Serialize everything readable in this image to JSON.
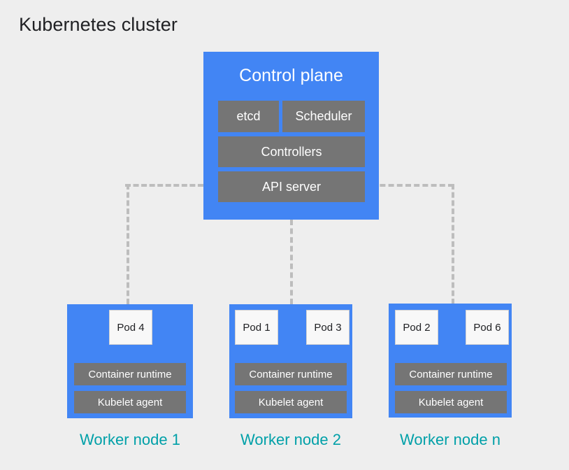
{
  "page": {
    "title": "Kubernetes cluster",
    "background_color": "#EEEEEE",
    "blue_color": "#4285F4",
    "gray_color": "#757575",
    "teal_color": "#00A0A8",
    "connector_color": "#BDBDBD"
  },
  "control_plane": {
    "title": "Control plane",
    "components": [
      {
        "label": "etcd"
      },
      {
        "label": "Scheduler"
      },
      {
        "label": "Controllers"
      },
      {
        "label": "API server"
      }
    ]
  },
  "worker_nodes": [
    {
      "label": "Worker node 1",
      "pods": [
        {
          "label": "Pod 4"
        }
      ],
      "components": [
        {
          "label": "Container runtime"
        },
        {
          "label": "Kubelet agent"
        }
      ]
    },
    {
      "label": "Worker node 2",
      "pods": [
        {
          "label": "Pod 1"
        },
        {
          "label": "Pod 3"
        }
      ],
      "components": [
        {
          "label": "Container runtime"
        },
        {
          "label": "Kubelet agent"
        }
      ]
    },
    {
      "label": "Worker node n",
      "pods": [
        {
          "label": "Pod 2"
        },
        {
          "label": "Pod 6"
        }
      ],
      "components": [
        {
          "label": "Container runtime"
        },
        {
          "label": "Kubelet agent"
        }
      ]
    }
  ]
}
